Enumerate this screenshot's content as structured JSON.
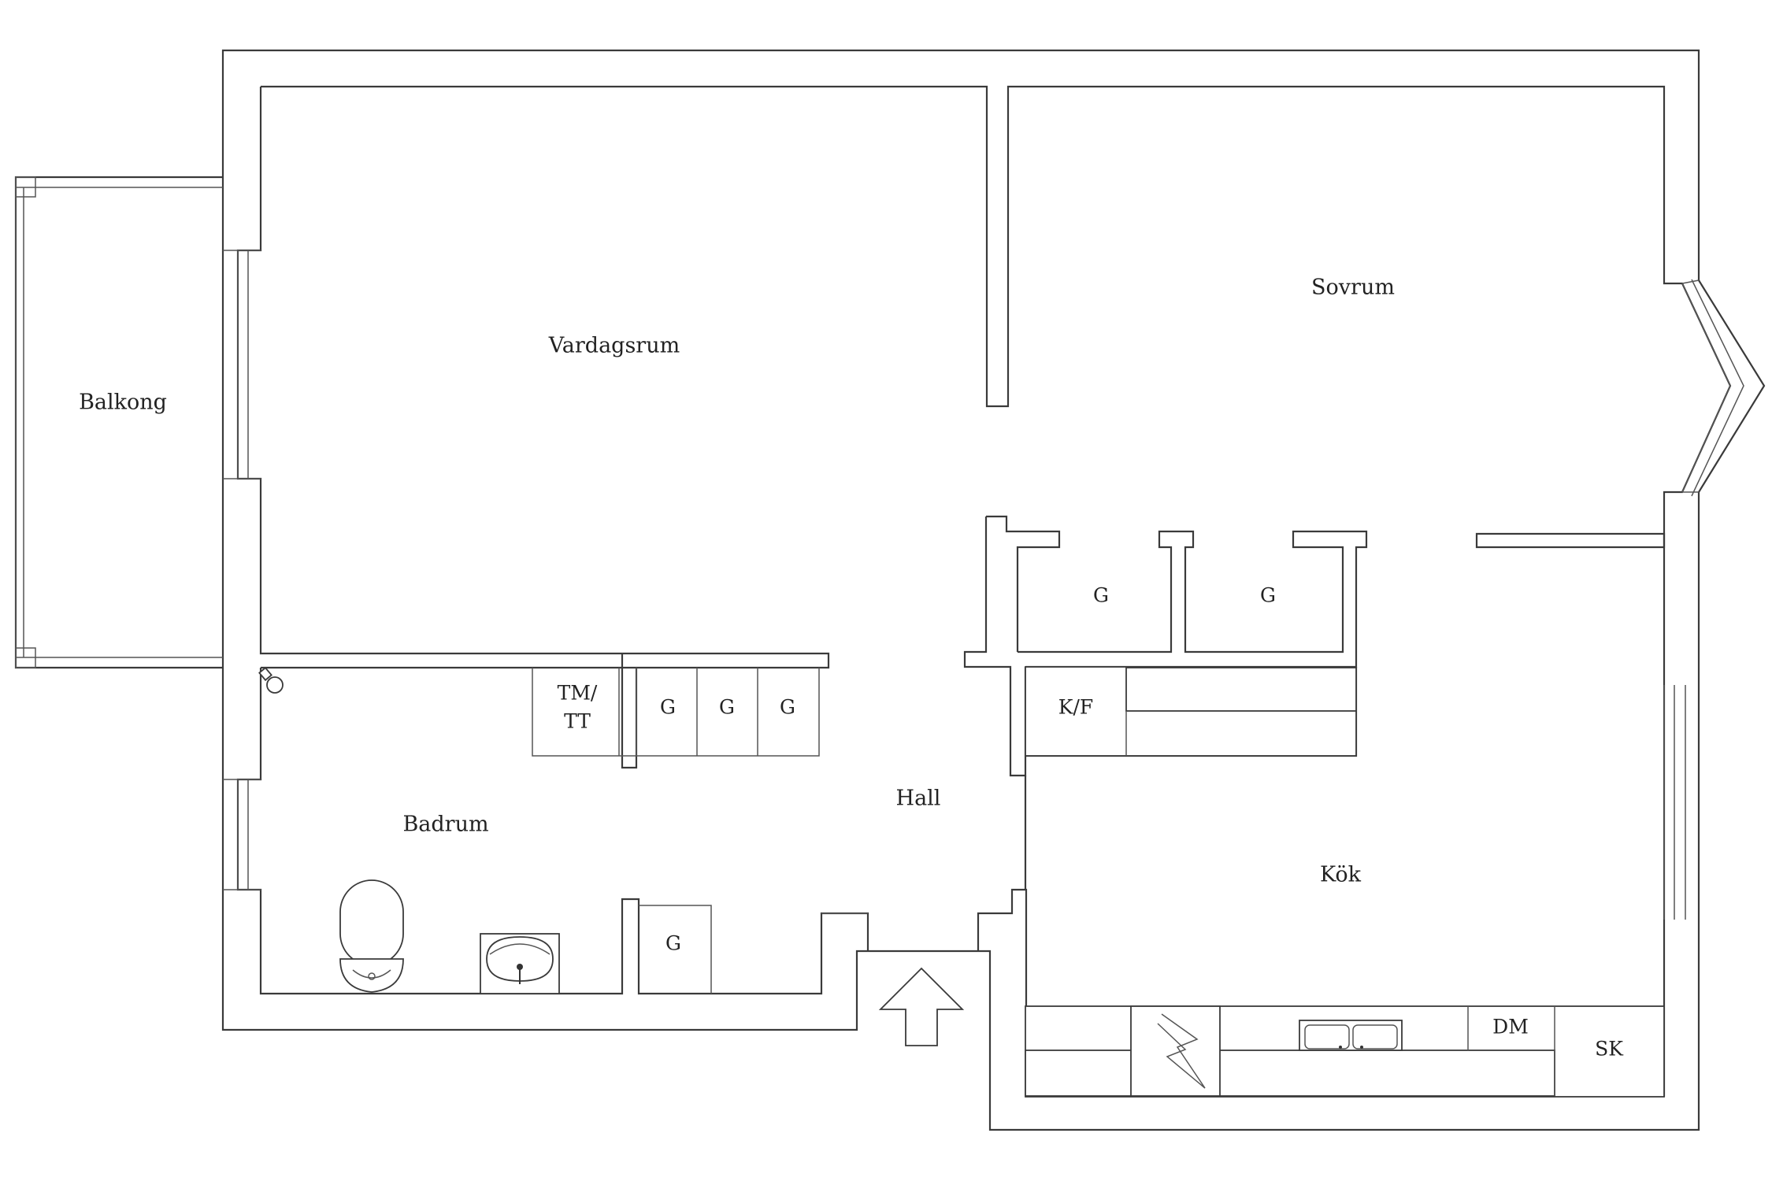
{
  "rooms": {
    "balkong": "Balkong",
    "vardagsrum": "Vardagsrum",
    "sovrum": "Sovrum",
    "hall": "Hall",
    "badrum": "Badrum",
    "kok": "Kök"
  },
  "fixtures": {
    "wardrobe": "G",
    "washer_dryer_line1": "TM/",
    "washer_dryer_line2": "TT",
    "fridge_freezer": "K/F",
    "dishwasher": "DM",
    "cabinet": "SK"
  },
  "entrance": {
    "icon": "entrance-arrow-icon"
  },
  "colors": {
    "line": "#3a3a3a",
    "background": "#ffffff",
    "text": "#222222"
  }
}
